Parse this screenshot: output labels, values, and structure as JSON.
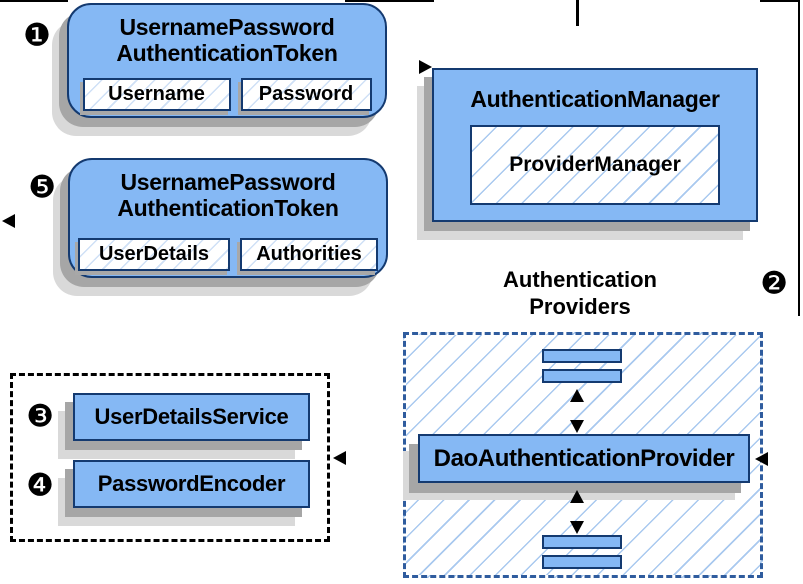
{
  "diagram": {
    "step_badges": {
      "s1": "❶",
      "s2": "❷",
      "s3": "❸",
      "s4": "❹",
      "s5": "❺"
    },
    "request_token": {
      "title1": "UsernamePassword",
      "title2": "AuthenticationToken",
      "field1": "Username",
      "field2": "Password"
    },
    "response_token": {
      "title1": "UsernamePassword",
      "title2": "AuthenticationToken",
      "field1": "UserDetails",
      "field2": "Authorities"
    },
    "authentication_manager": {
      "title": "AuthenticationManager",
      "provider_manager": "ProviderManager"
    },
    "authentication_providers": {
      "title1": "Authentication",
      "title2": "Providers",
      "dao_provider": "DaoAuthenticationProvider"
    },
    "collaborators": {
      "user_details_service": "UserDetailsService",
      "password_encoder": "PasswordEncoder"
    },
    "colors": {
      "box_fill": "#85b8f4",
      "box_border": "#143a70",
      "hatch_line": "#a9c9ef",
      "dashed_blue_border": "#2f5c9e",
      "shadow_dark": "#a6a6a6",
      "shadow_light": "#d9d9d9",
      "connector": "#000000"
    }
  }
}
